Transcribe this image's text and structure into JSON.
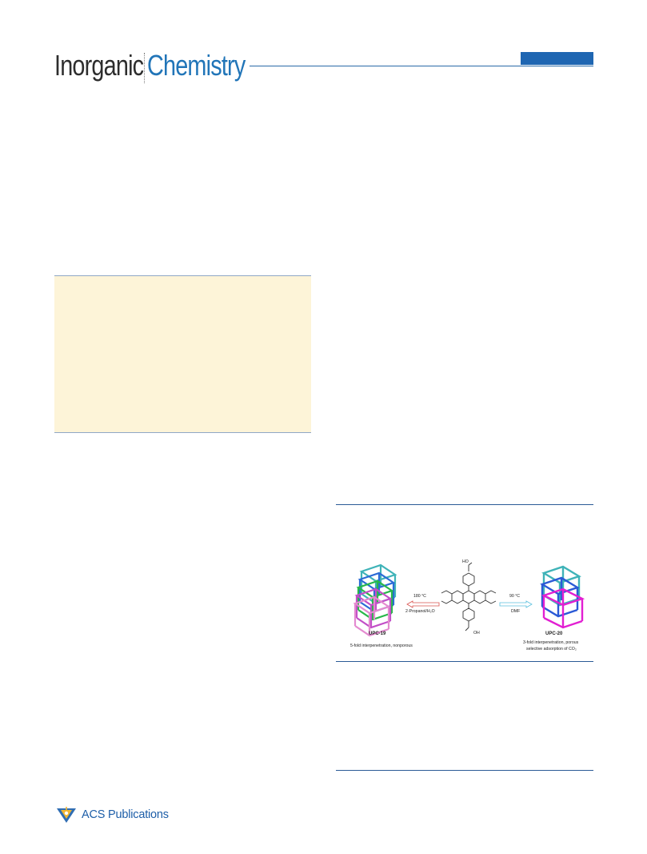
{
  "header": {
    "journal_part1": "Inorganic",
    "journal_part2": "Chemistry",
    "accent": "#2175b8"
  },
  "figure": {
    "left_temp": "180 °C",
    "left_solvent": "2-Propanol/H₂O",
    "left_name": "UPC-19",
    "left_desc": "5-fold interpenetration, nonporous",
    "right_temp": "90 °C",
    "right_solvent": "DMF",
    "right_name": "UPC-20",
    "right_desc1": "3-fold interpenetration, porous",
    "right_desc2": "selective adsorption of CO₂",
    "top_group": "HO",
    "bottom_group": "OH"
  },
  "footer": {
    "publisher": "ACS Publications"
  },
  "colors": {
    "box_fill": "#fdf4d8",
    "rule": "#2a5a96",
    "tab": "#1f66b2"
  }
}
